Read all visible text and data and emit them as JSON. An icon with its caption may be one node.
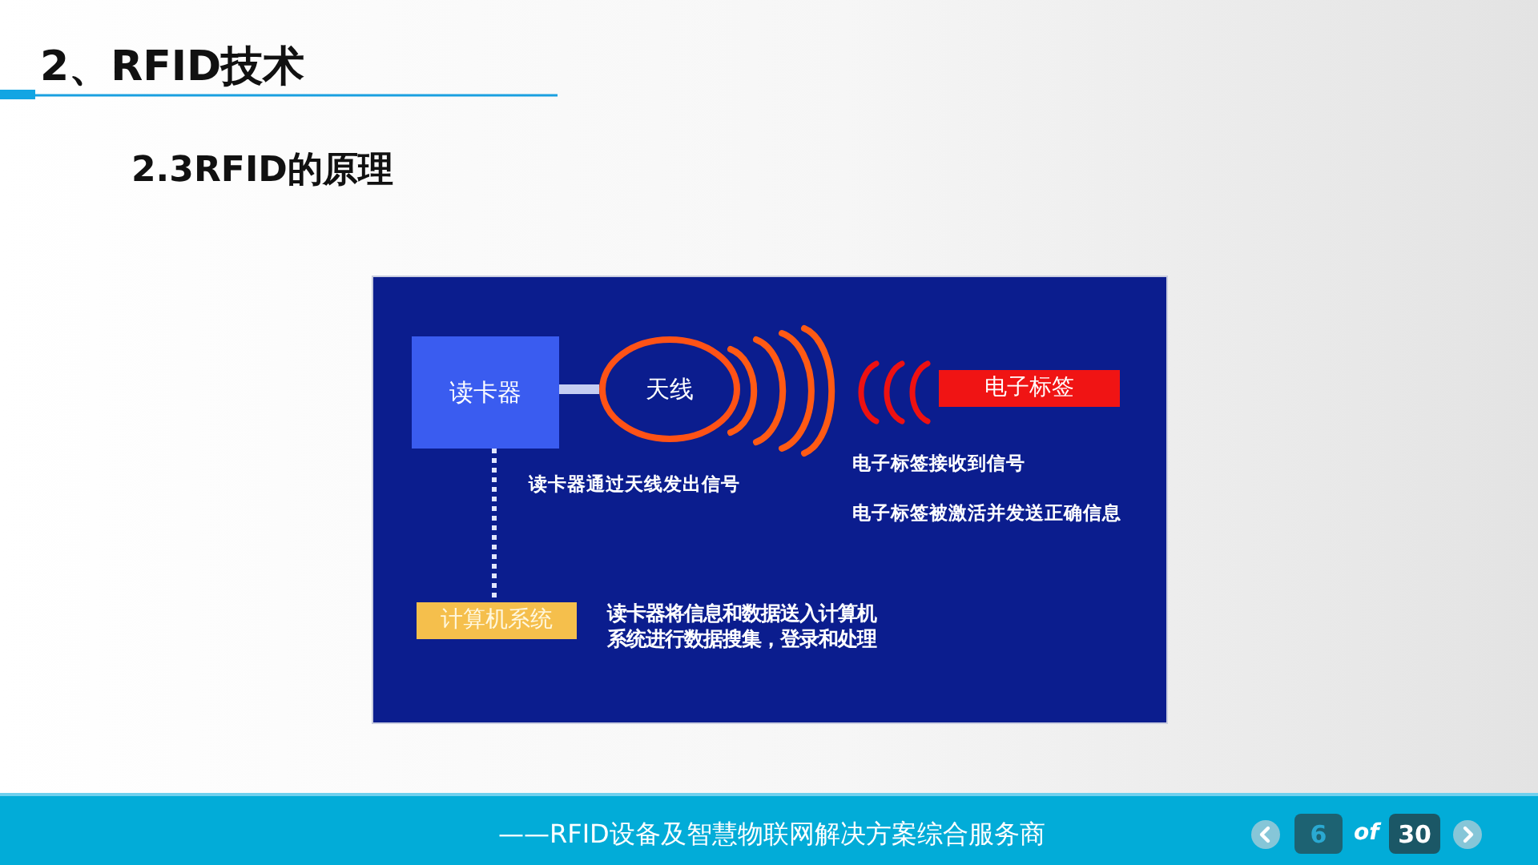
{
  "diagram": {
    "title": "2、RFID技术",
    "nodes": [
      {
        "text": [
          "读卡器"
        ]
      },
      {
        "text": [
          "天线"
        ]
      },
      {
        "text": [
          "电子标签"
        ]
      },
      {
        "text": [
          "计算机系统"
        ],
        "beside": [
          "读卡器将信息和数据送入计算机系统进行数据搜集，登录和处理"
        ]
      }
    ],
    "edges": [
      {
        "from": 0,
        "to": 1,
        "arrow": "none",
        "style": "thick",
        "color": "#c5cdf2"
      },
      {
        "from": 0,
        "to": 3,
        "arrow": "none",
        "style": "dashed",
        "color": "#e2e6ff"
      }
    ],
    "labels": [
      "2.3RFID的原理",
      "读卡器通过天线发出信号",
      "电子标签接收到信号",
      "电子标签被激活并发送正确信息",
      "——RFID设备及智慧物联网解决方案综合服务商",
      "6",
      "of",
      "30"
    ]
  }
}
